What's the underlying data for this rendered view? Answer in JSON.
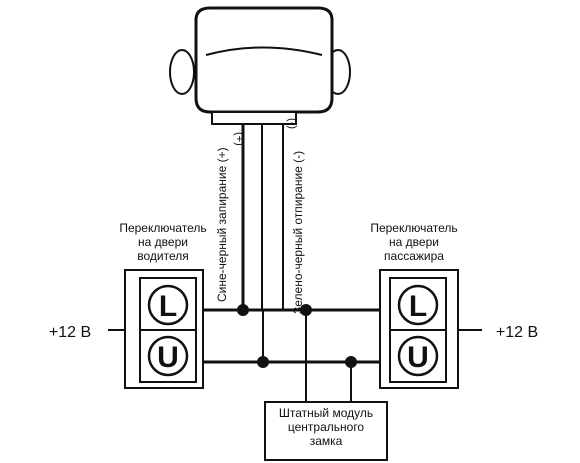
{
  "alarm_unit": {
    "label_plus": "(+)",
    "label_minus": "(-)"
  },
  "wires": {
    "lock_label": "Сине-черный запирание (+)",
    "unlock_label": "Зелено-черный отпирание (-)"
  },
  "driver_switch": {
    "label_lines": [
      "Переключатель",
      "на двери",
      "водителя"
    ],
    "lock_key": "L",
    "unlock_key": "U"
  },
  "passenger_switch": {
    "label_lines": [
      "Переключатель",
      "на двери",
      "пассажира"
    ],
    "lock_key": "L",
    "unlock_key": "U"
  },
  "power": {
    "left_label": "+12 В",
    "right_label": "+12 В"
  },
  "central_lock_module": {
    "label_lines": [
      "Штатный модуль",
      "центрального",
      "замка"
    ]
  }
}
